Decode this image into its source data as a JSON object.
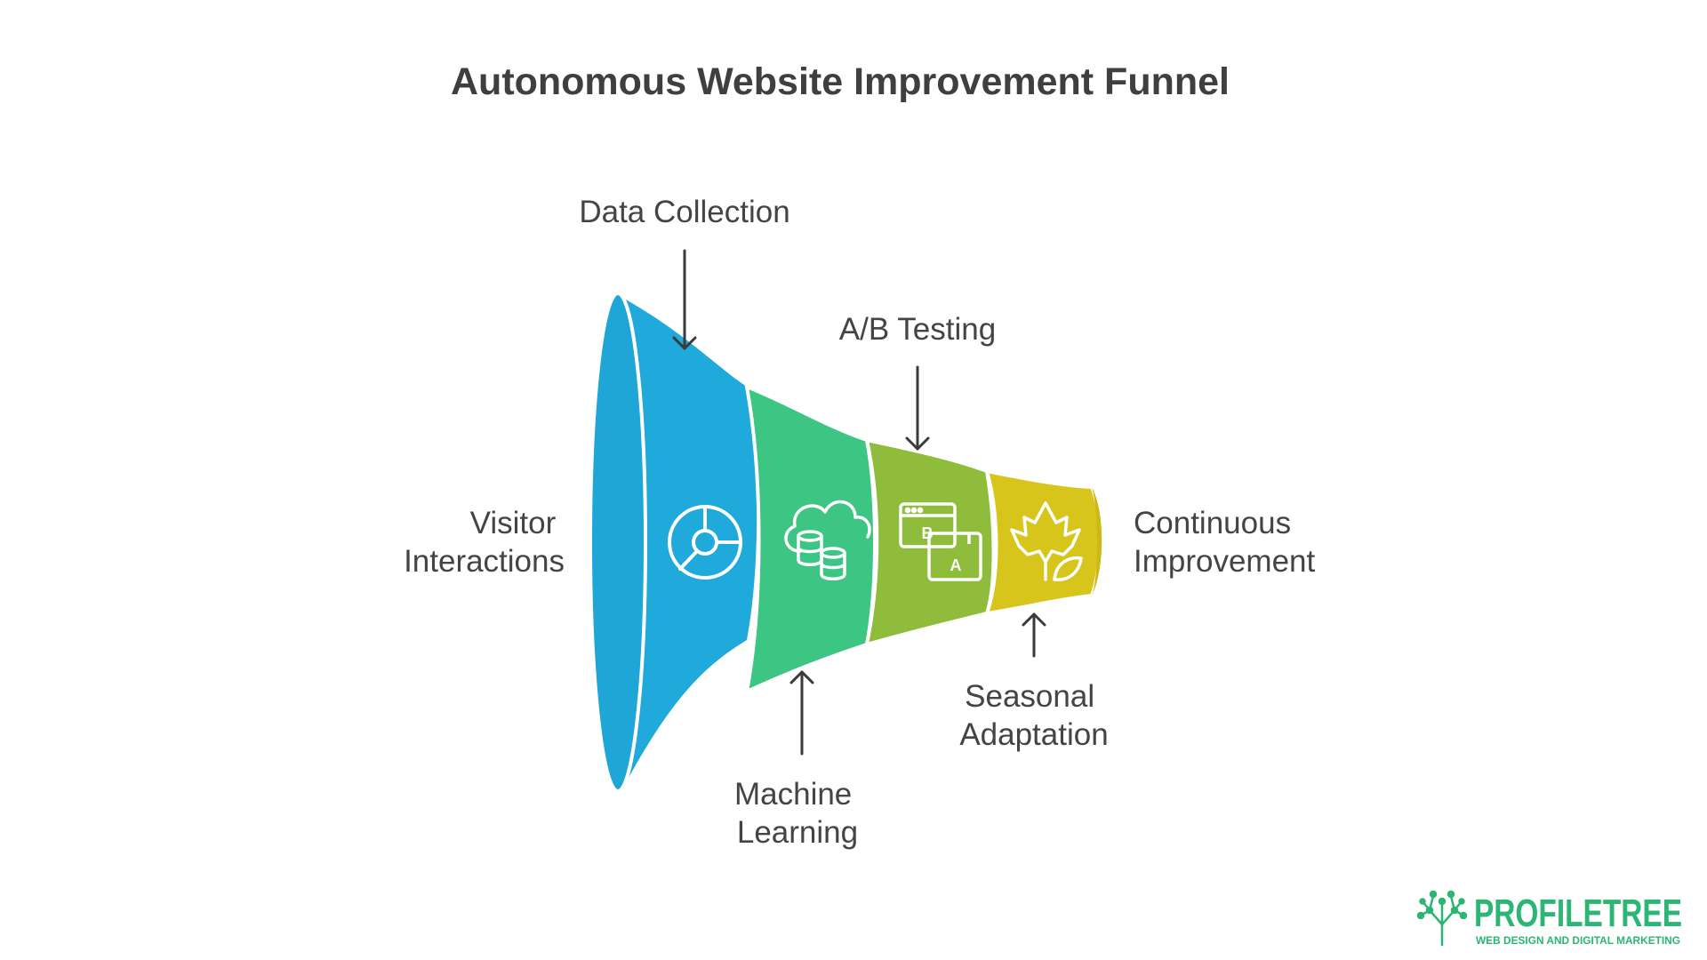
{
  "title": "Autonomous Website Improvement Funnel",
  "stages": [
    {
      "label_lines": [
        "Visitor",
        "Interactions"
      ],
      "icon": "pie-chart-icon",
      "color": "#1faadb"
    },
    {
      "label_lines": [
        "Machine",
        "Learning"
      ],
      "icon": "cloud-database-icon",
      "color": "#3dc584"
    },
    {
      "label_lines": [
        "A/B Testing"
      ],
      "icon": "ab-test-window-icon",
      "color": "#8fbc3a"
    },
    {
      "label_lines": [
        "Seasonal",
        "Adaptation"
      ],
      "icon": "maple-leaf-icon",
      "color": "#d8c51c"
    },
    {
      "label_lines": [
        "Continuous",
        "Improvement"
      ],
      "icon": null,
      "color": null
    }
  ],
  "callouts": {
    "data_collection": "Data Collection"
  },
  "labels": {
    "visitor": [
      "Visitor",
      "Interactions"
    ],
    "continuous": [
      "Continuous",
      "Improvement"
    ],
    "data_collection": [
      "Data Collection"
    ],
    "ab_testing": [
      "A/B Testing"
    ],
    "machine_learning": [
      "Machine",
      "Learning"
    ],
    "seasonal": [
      "Seasonal",
      "Adaptation"
    ]
  },
  "brand": {
    "name": "PROFILETREE",
    "tagline": "WEB DESIGN AND DIGITAL MARKETING",
    "color": "#2bb673"
  },
  "colors": {
    "stage1": "#1faadb",
    "stage2": "#3dc584",
    "stage3": "#8fbc3a",
    "stage4": "#d8c51c",
    "text": "#444444",
    "arrow": "#3a3a3a"
  }
}
